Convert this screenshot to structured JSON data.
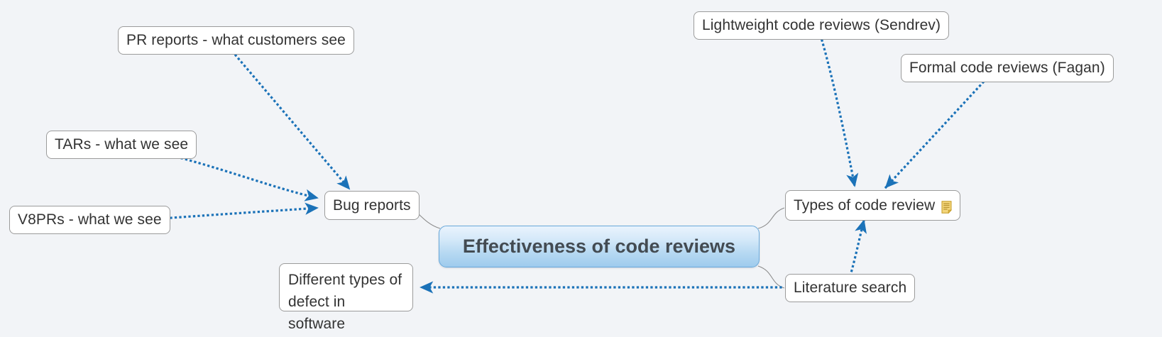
{
  "diagram": {
    "type": "mind-map",
    "background_color": "#f2f4f7",
    "central": {
      "label": "Effectiveness of code reviews",
      "fill_top": "#e9f3fd",
      "fill_bottom": "#9ecbed",
      "border_color": "#6aa9da",
      "text_color": "#434b52"
    },
    "edge_colors": {
      "solid_branch": "#8c8c8c",
      "dotted_arrow": "#1b72b8"
    },
    "nodes": [
      {
        "id": "pr-reports",
        "label": "PR reports - what customers see"
      },
      {
        "id": "tars",
        "label": "TARs - what we see"
      },
      {
        "id": "v8prs",
        "label": "V8PRs - what we see"
      },
      {
        "id": "bug-reports",
        "label": "Bug reports"
      },
      {
        "id": "different-types",
        "label_line1": "Different types of",
        "label_line2": "defect in software"
      },
      {
        "id": "types-of-review",
        "label": "Types of code review",
        "icon": "note-icon",
        "icon_color": "#e8b93a"
      },
      {
        "id": "lightweight",
        "label": "Lightweight code reviews (Sendrev)"
      },
      {
        "id": "formal",
        "label": "Formal code reviews (Fagan)"
      },
      {
        "id": "literature-search",
        "label": "Literature search"
      }
    ],
    "connections": [
      {
        "from": "central",
        "to": "bug-reports",
        "style": "solid",
        "arrow": false
      },
      {
        "from": "central",
        "to": "types-of-review",
        "style": "solid",
        "arrow": false
      },
      {
        "from": "central",
        "to": "literature-search",
        "style": "solid",
        "arrow": false
      },
      {
        "from": "pr-reports",
        "to": "bug-reports",
        "style": "dotted",
        "arrow": true
      },
      {
        "from": "tars",
        "to": "bug-reports",
        "style": "dotted",
        "arrow": true
      },
      {
        "from": "v8prs",
        "to": "bug-reports",
        "style": "dotted",
        "arrow": true
      },
      {
        "from": "lightweight",
        "to": "types-of-review",
        "style": "dotted",
        "arrow": true
      },
      {
        "from": "formal",
        "to": "types-of-review",
        "style": "dotted",
        "arrow": true
      },
      {
        "from": "literature-search",
        "to": "types-of-review",
        "style": "dotted",
        "arrow": true
      },
      {
        "from": "literature-search",
        "to": "different-types",
        "style": "dotted",
        "arrow": true
      }
    ]
  }
}
